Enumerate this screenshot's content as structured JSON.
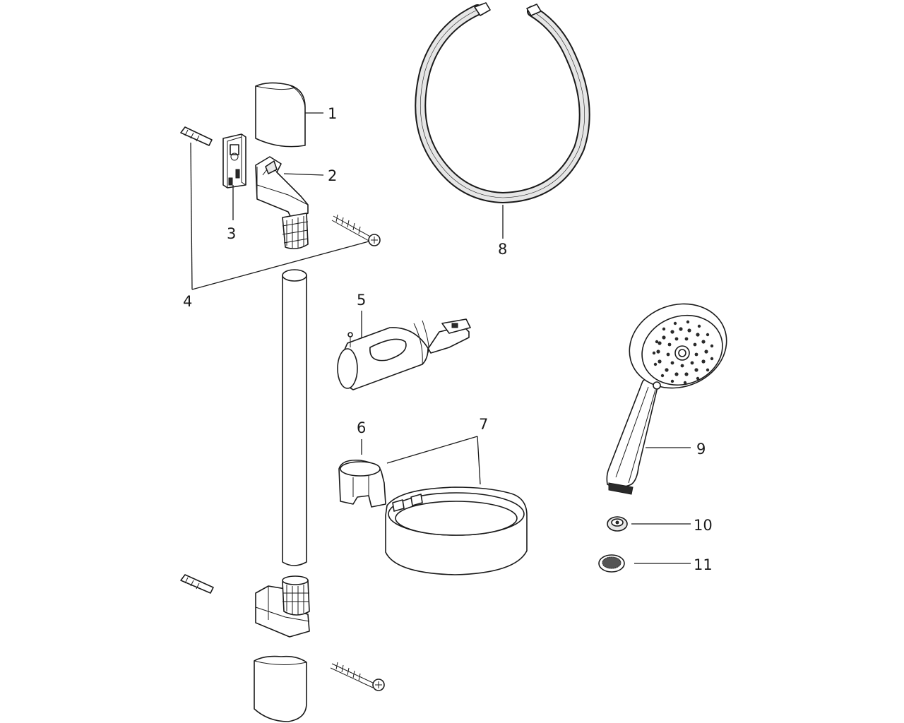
{
  "parts": [
    {
      "number": "1"
    },
    {
      "number": "2"
    },
    {
      "number": "3"
    },
    {
      "number": "4"
    },
    {
      "number": "5"
    },
    {
      "number": "6"
    },
    {
      "number": "7"
    },
    {
      "number": "8"
    },
    {
      "number": "9"
    },
    {
      "number": "10"
    },
    {
      "number": "11"
    }
  ]
}
